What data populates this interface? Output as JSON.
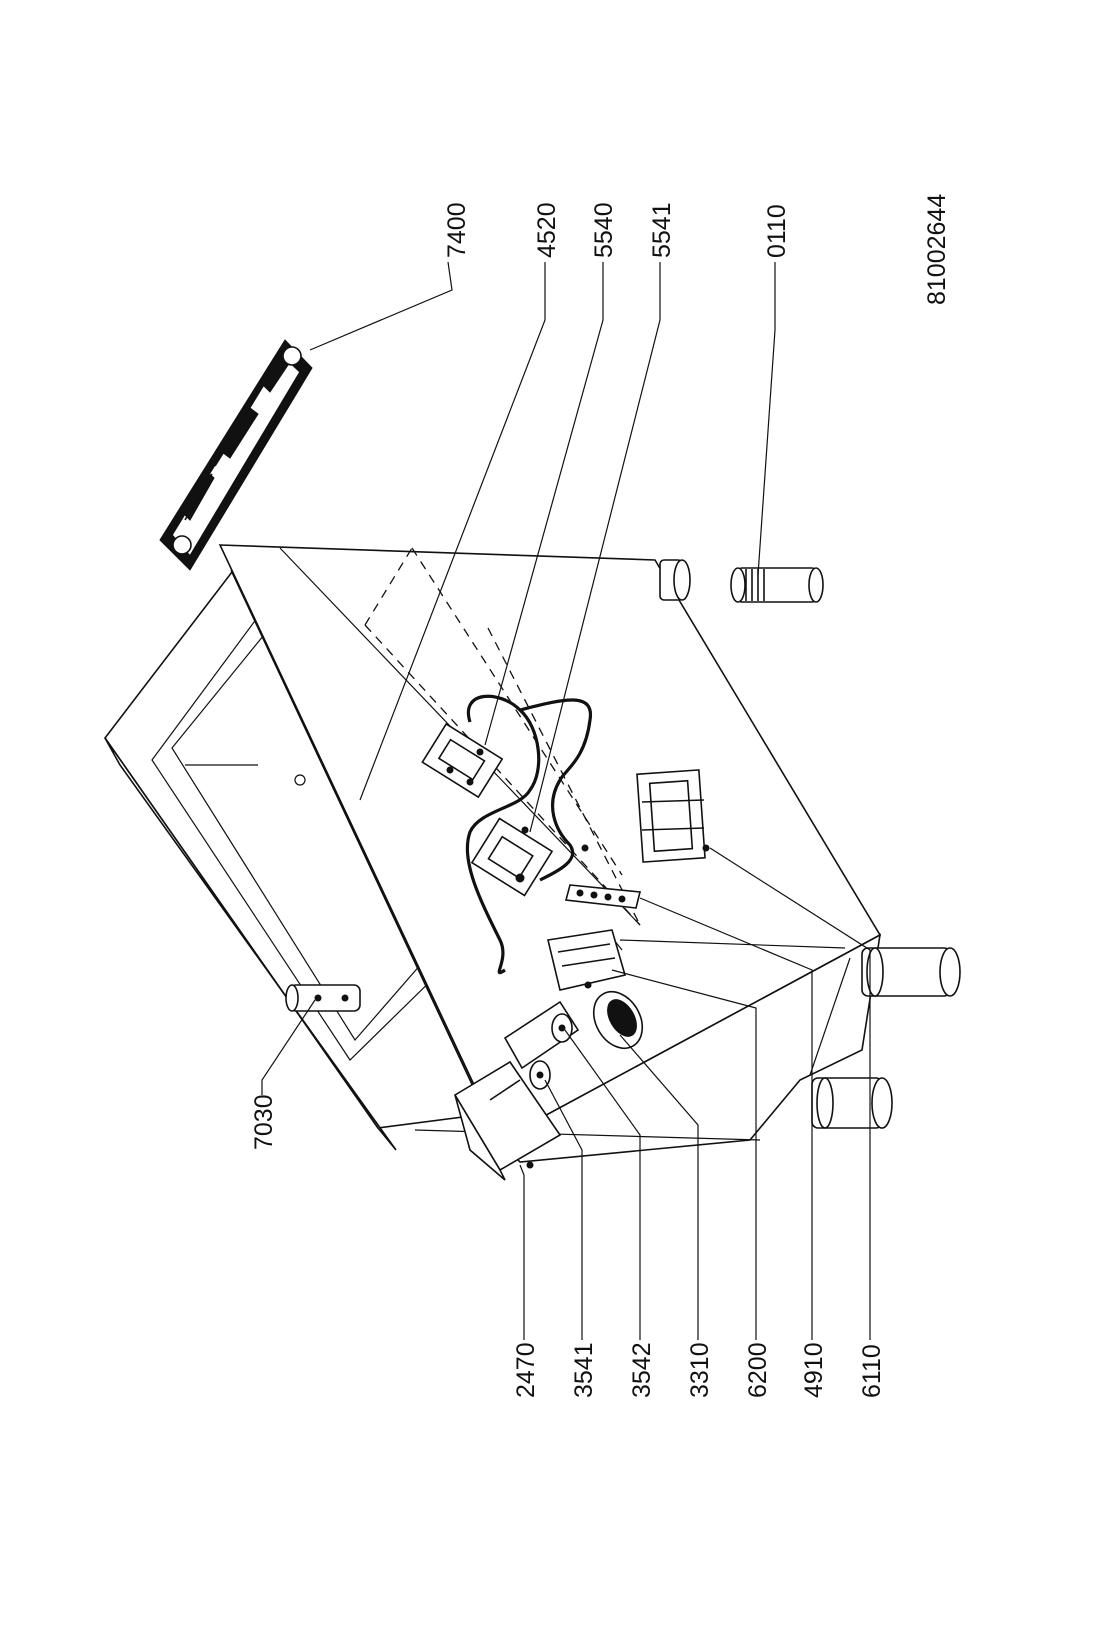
{
  "drawing": {
    "reference": "81002644"
  },
  "callouts": [
    {
      "id": "7400",
      "label": "7400"
    },
    {
      "id": "4520",
      "label": "4520"
    },
    {
      "id": "5540",
      "label": "5540"
    },
    {
      "id": "5541",
      "label": "5541"
    },
    {
      "id": "0110",
      "label": "0110"
    },
    {
      "id": "7030",
      "label": "7030"
    },
    {
      "id": "2470",
      "label": "2470"
    },
    {
      "id": "3541",
      "label": "3541"
    },
    {
      "id": "3542",
      "label": "3542"
    },
    {
      "id": "3310",
      "label": "3310"
    },
    {
      "id": "6200",
      "label": "6200"
    },
    {
      "id": "4910",
      "label": "4910"
    },
    {
      "id": "6110",
      "label": "6110"
    }
  ]
}
